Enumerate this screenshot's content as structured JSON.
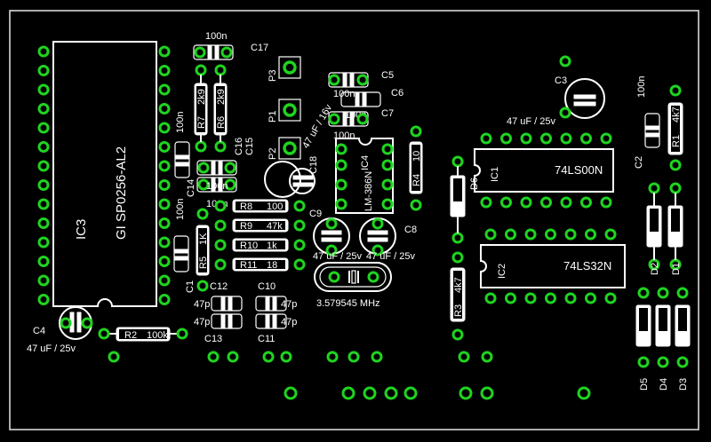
{
  "components": {
    "ic3": {
      "ref": "IC3",
      "value": "GI SP0256-AL2"
    },
    "ic1": {
      "ref": "IC1",
      "value": "74LS00N"
    },
    "ic2": {
      "ref": "IC2",
      "value": "74LS32N"
    },
    "ic4": {
      "ref": "IC4",
      "value": "LM-386N"
    },
    "c3": {
      "ref": "C3",
      "value": "47 uF / 25v"
    },
    "c4": {
      "ref": "C4",
      "value": "47 uF / 25v"
    },
    "c9": {
      "ref": "C9",
      "value": "47 uF / 25v"
    },
    "c8": {
      "ref": "C8",
      "value": "47 uF / 25v"
    },
    "c18": {
      "ref": "C18",
      "value": "47 uF / 16v"
    },
    "c17": {
      "ref": "C17",
      "value": "100n"
    },
    "c5": {
      "ref": "C5",
      "value": "100n"
    },
    "c6": {
      "ref": "C6",
      "value": "100n"
    },
    "c7": {
      "ref": "C7",
      "value": "100n"
    },
    "c16": {
      "ref": "C16",
      "value": "100n"
    },
    "c15": {
      "ref": "C15",
      "value": "100n"
    },
    "c14": {
      "ref": "C14",
      "value": "100n"
    },
    "c1": {
      "ref": "C1",
      "value": "100n"
    },
    "c2": {
      "ref": "C2",
      "value": "100n"
    },
    "c12": {
      "ref": "C12",
      "value": "47p"
    },
    "c13": {
      "ref": "C13",
      "value": "47p"
    },
    "c10": {
      "ref": "C10",
      "value": "47p"
    },
    "c11": {
      "ref": "C11",
      "value": "47p"
    },
    "r1": {
      "ref": "R1",
      "value": "4k7"
    },
    "r2": {
      "ref": "R2",
      "value": "100k"
    },
    "r3": {
      "ref": "R3",
      "value": "4k7"
    },
    "r4": {
      "ref": "R4",
      "value": "10"
    },
    "r5": {
      "ref": "R5",
      "value": "1K"
    },
    "r6": {
      "ref": "R6",
      "value": "2k9"
    },
    "r7": {
      "ref": "R7",
      "value": "2k9"
    },
    "r8": {
      "ref": "R8",
      "value": "100"
    },
    "r9": {
      "ref": "R9",
      "value": "47k"
    },
    "r10": {
      "ref": "R10",
      "value": "1k"
    },
    "r11": {
      "ref": "R11",
      "value": "18"
    },
    "d1": {
      "ref": "D1"
    },
    "d2": {
      "ref": "D2"
    },
    "d3": {
      "ref": "D3"
    },
    "d4": {
      "ref": "D4"
    },
    "d5": {
      "ref": "D5"
    },
    "d6": {
      "ref": "D6"
    },
    "p1": {
      "ref": "P1"
    },
    "p2": {
      "ref": "P2"
    },
    "p3": {
      "ref": "P3"
    },
    "crystal": {
      "value": "3.579545 MHz"
    }
  },
  "colors": {
    "background": "#000000",
    "silkscreen": "#ffffff",
    "pad_ring": "#1fd41f",
    "board_outline": "#d8d8d8"
  }
}
